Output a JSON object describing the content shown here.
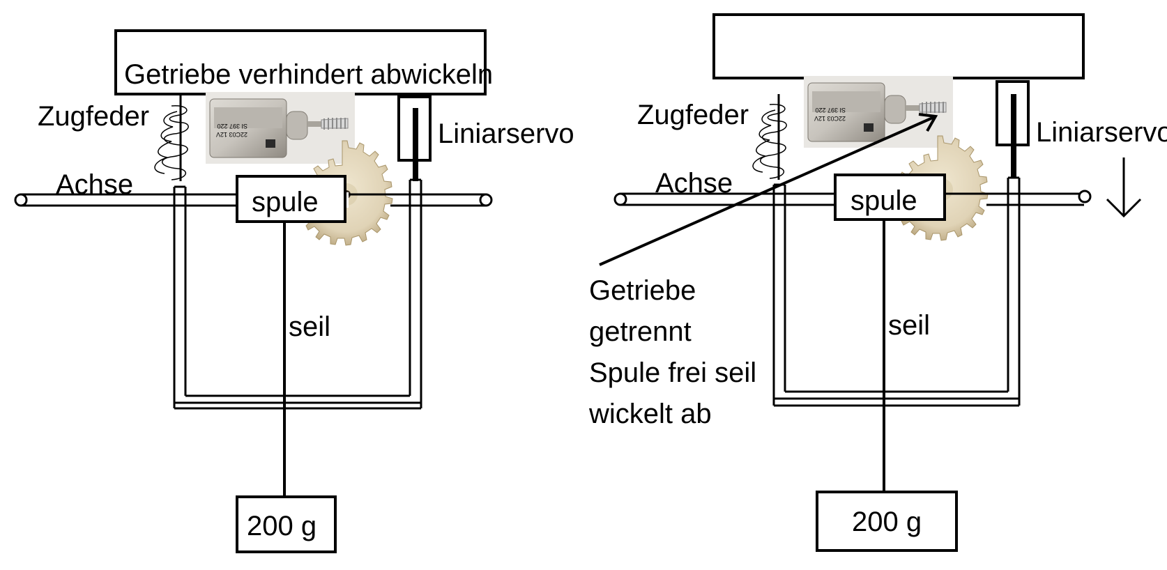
{
  "left_panel": {
    "title": "Getriebe verhindert abwickeln",
    "spring_label": "Zugfeder",
    "axle_label": "Achse",
    "servo_label": "Liniarservo",
    "spool_label": "spule",
    "rope_label": "seil",
    "weight_label": "200 g"
  },
  "right_panel": {
    "spring_label": "Zugfeder",
    "axle_label": "Achse",
    "servo_label": "Liniarservo",
    "spool_label": "spule",
    "rope_label": "seil",
    "weight_label": "200 g",
    "annotation_lines": [
      "Getriebe",
      "getrennt",
      "Spule frei seil",
      "wickelt ab"
    ]
  },
  "colors": {
    "line": "#000000",
    "motor_body": "#c8c4bd",
    "motor_shadow": "#9a958c",
    "gear": "#e0d3b6",
    "gear_shadow": "#b8a47c",
    "worm": "#d8d8d8"
  }
}
